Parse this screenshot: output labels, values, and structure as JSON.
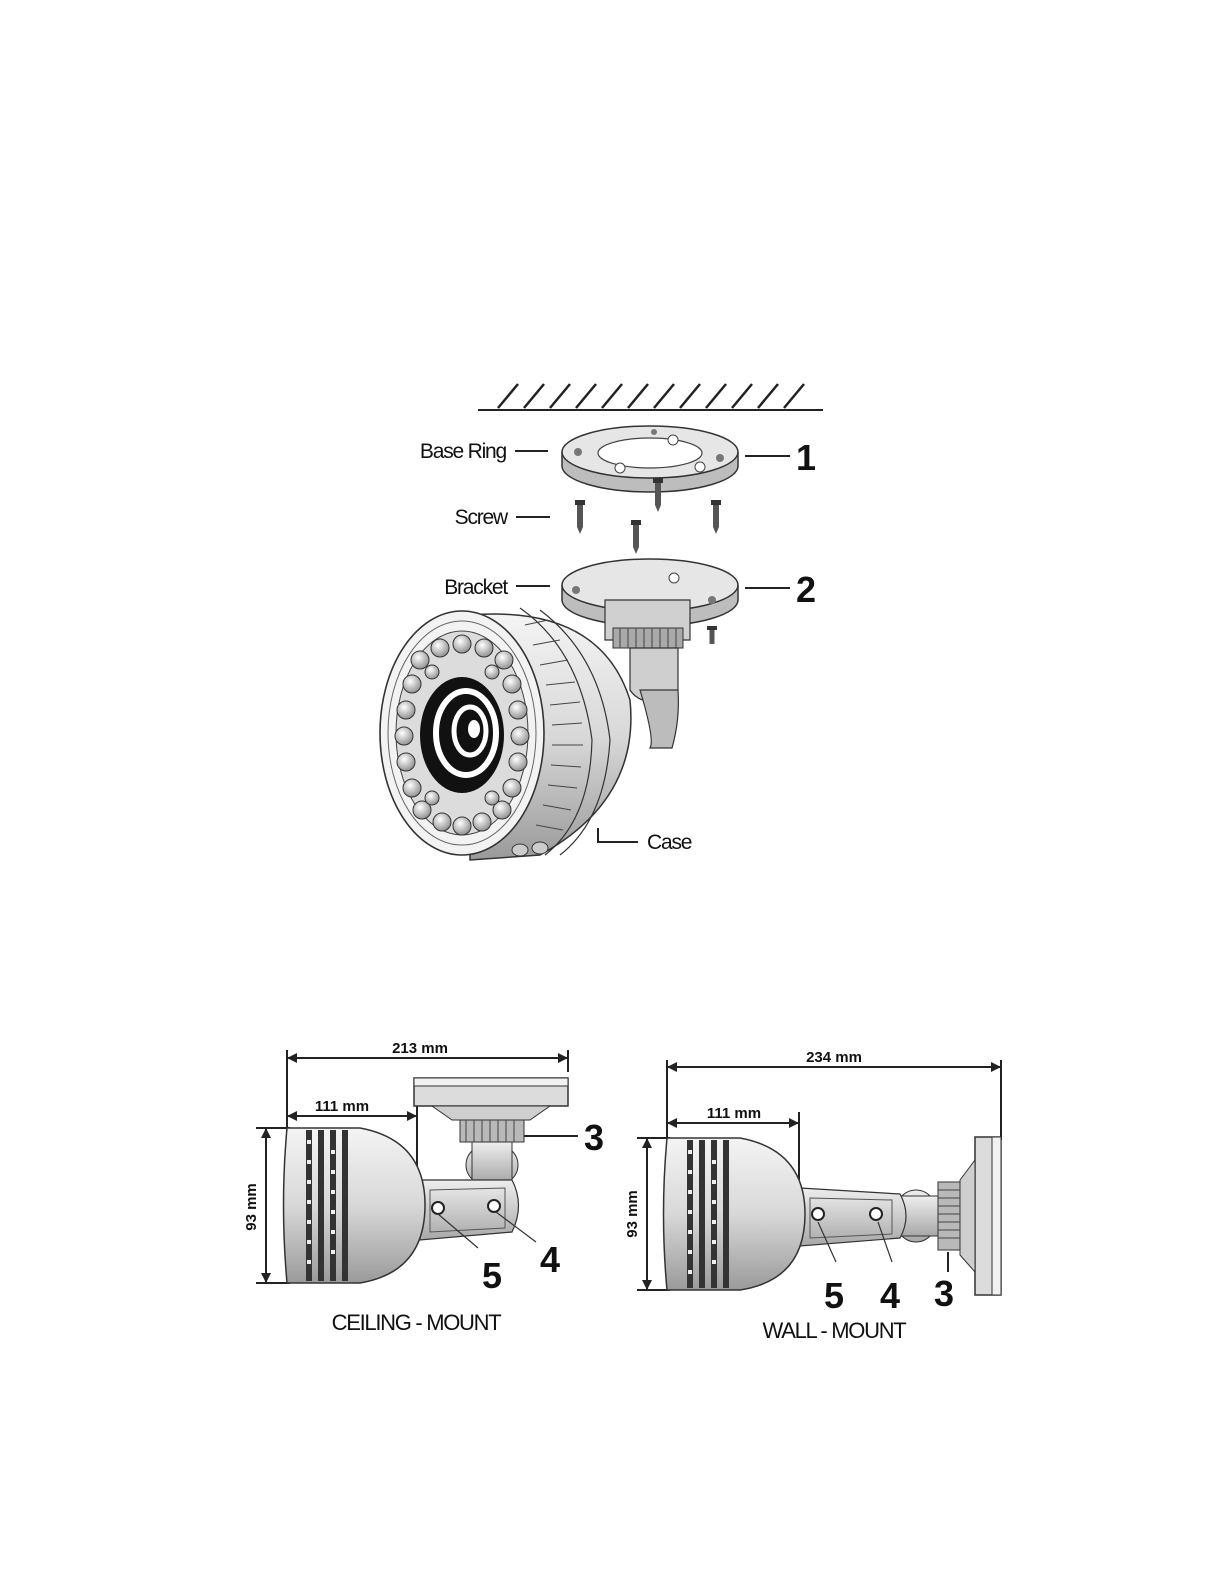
{
  "mount_diagram": {
    "labels": {
      "base_ring": "Base Ring",
      "screw": "Screw",
      "bracket": "Bracket",
      "case": "Case"
    },
    "numbers": {
      "n1": "1",
      "n2": "2"
    }
  },
  "ceiling_mount": {
    "caption": "CEILING - MOUNT",
    "width_total": "213 mm",
    "width_body": "111 mm",
    "height": "93 mm",
    "numbers": {
      "n3": "3",
      "n4": "4",
      "n5": "5"
    }
  },
  "wall_mount": {
    "caption": "WALL - MOUNT",
    "width_total": "234 mm",
    "width_body": "111 mm",
    "height": "93 mm",
    "numbers": {
      "n3": "3",
      "n4": "4",
      "n5": "5"
    }
  }
}
